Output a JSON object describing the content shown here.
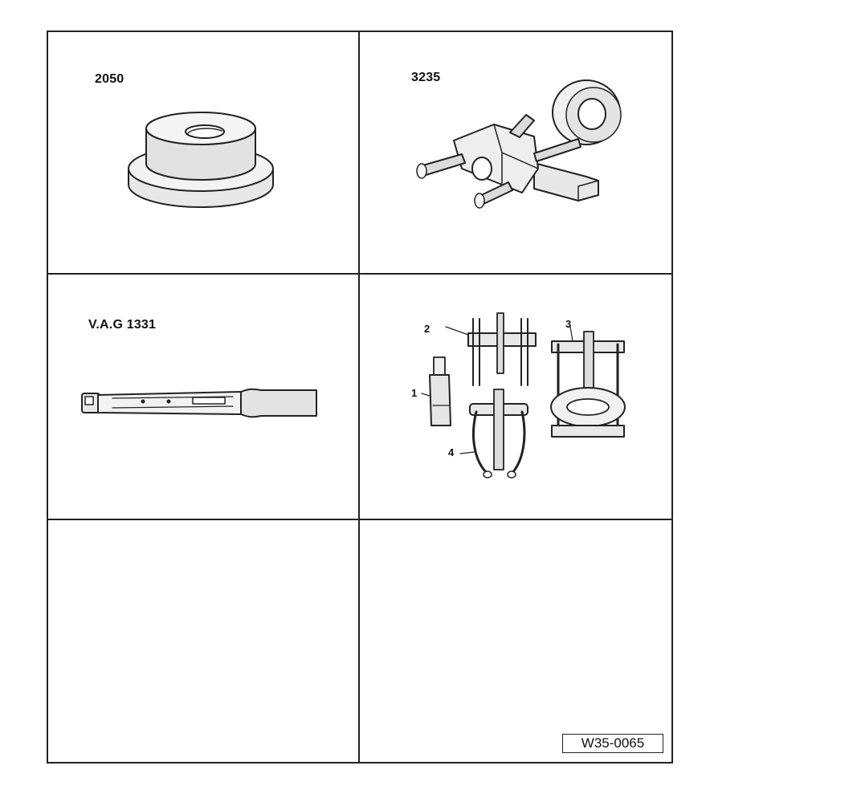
{
  "tools": [
    {
      "label": "2050"
    },
    {
      "label": "3235"
    },
    {
      "label": "V.A.G 1331"
    },
    {
      "label": "",
      "callouts": [
        "1",
        "2",
        "3",
        "4"
      ]
    },
    {
      "label": ""
    },
    {
      "label": ""
    }
  ],
  "reference_code": "W35-0065",
  "icons": [
    "drift-sleeve-icon",
    "seal-puller-icon",
    "torque-wrench-icon",
    "puller-set-icon"
  ]
}
